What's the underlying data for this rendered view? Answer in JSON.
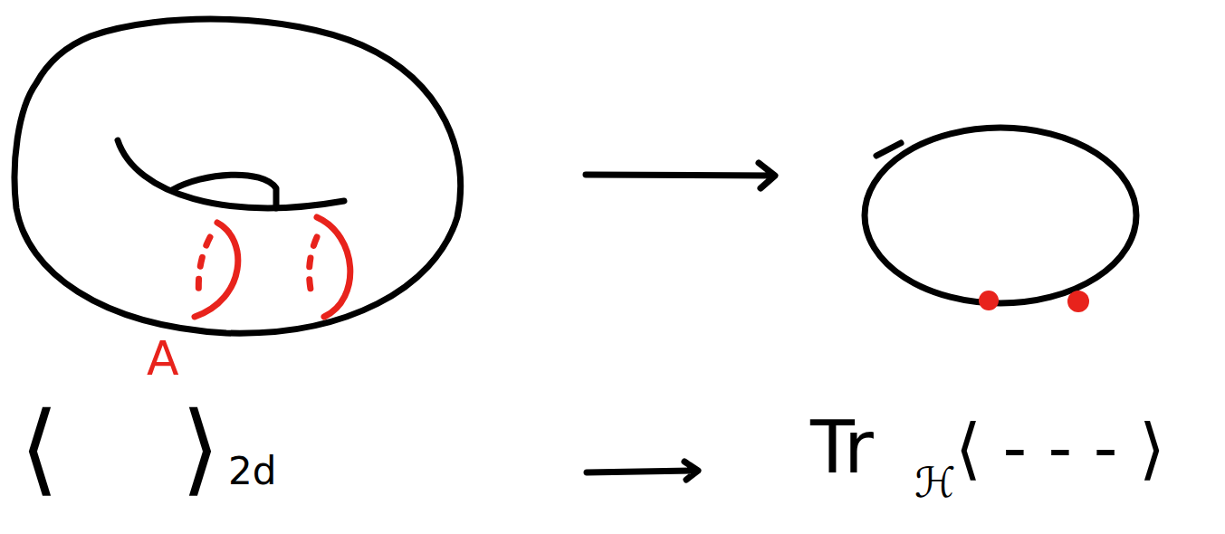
{
  "diagram": {
    "labels": [
      "A",
      "⟨",
      "⟩",
      "2d",
      "Tr",
      "ℋ",
      "⟨ - - - ⟩"
    ]
  }
}
